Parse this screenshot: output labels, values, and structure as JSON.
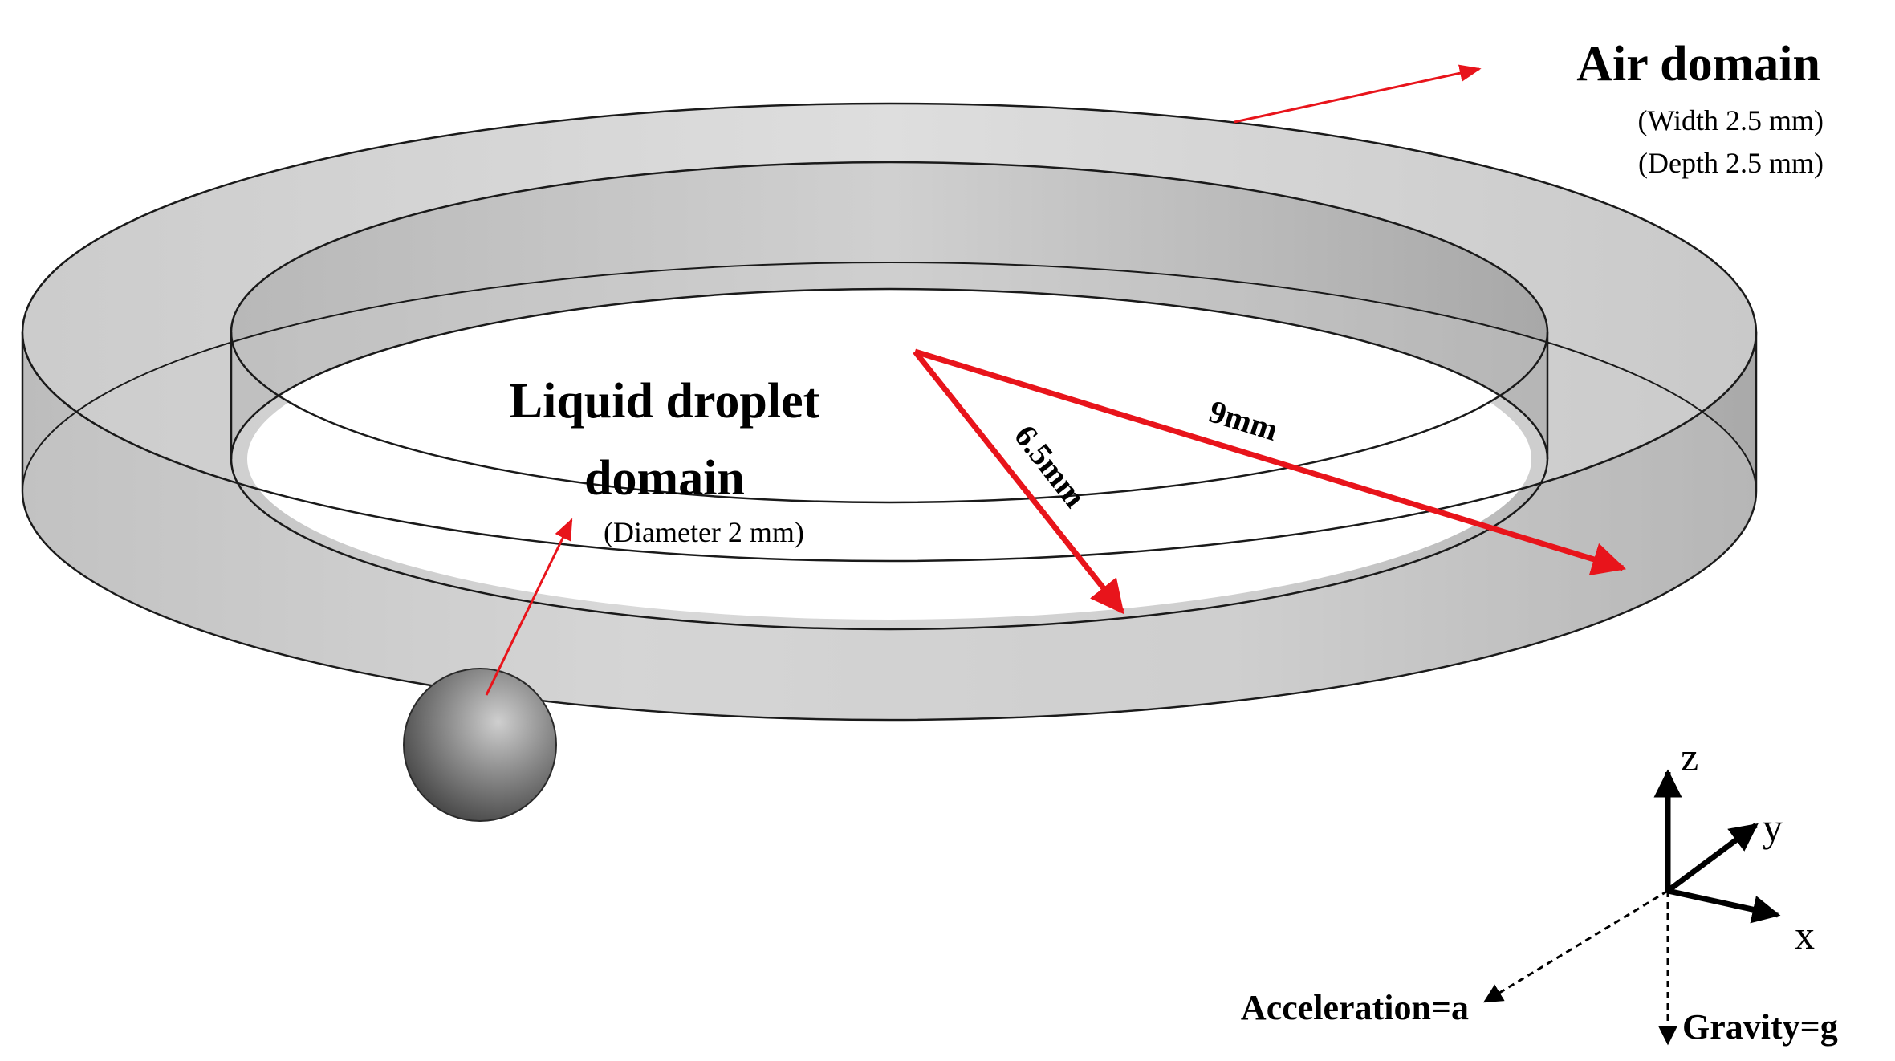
{
  "labels": {
    "air_domain_title": "Air domain",
    "air_domain_width": "(Width 2.5 mm)",
    "air_domain_depth": "(Depth 2.5 mm)",
    "droplet_title_line1": "Liquid droplet",
    "droplet_title_line2": "domain",
    "droplet_diameter": "(Diameter 2 mm)",
    "inner_radius": "6.5mm",
    "outer_radius": "9mm",
    "axis_z": "z",
    "axis_y": "y",
    "axis_x": "x",
    "acceleration": "Acceleration=a",
    "gravity": "Gravity=g"
  },
  "colors": {
    "ring_fill": "#d4d4d4",
    "ring_shade": "#bdbdbd",
    "outline": "#1a1a1a",
    "dimension_arrow": "#e8141b",
    "axis": "#000000",
    "sphere": "#7a7a7a"
  }
}
